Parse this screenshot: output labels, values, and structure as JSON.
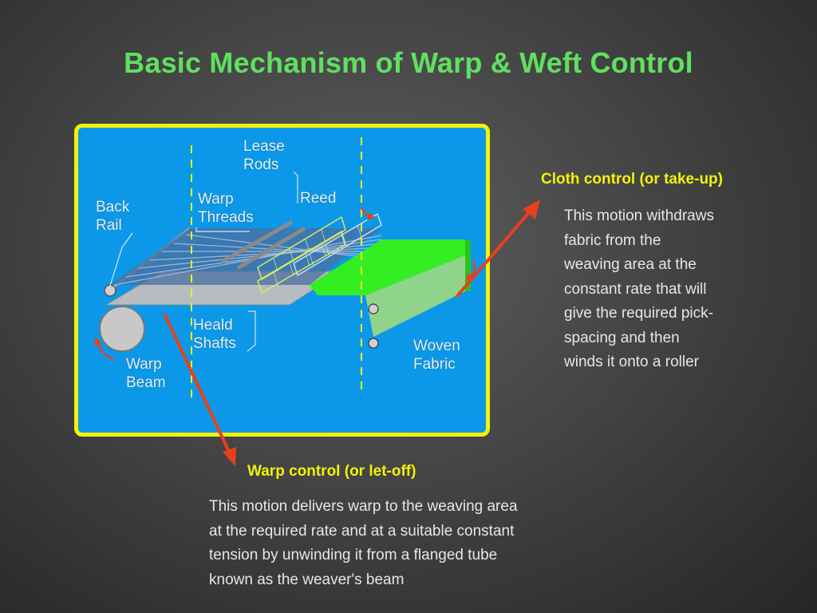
{
  "slide": {
    "title": "Basic Mechanism of Warp & Weft Control"
  },
  "diagram": {
    "labels": {
      "lease_rods": "Lease\nRods",
      "back_rail": "Back\nRail",
      "warp_threads": "Warp\nThreads",
      "reed": "Reed",
      "heald_shafts": "Heald\nShafts",
      "warp_beam": "Warp\nBeam",
      "woven_fabric": "Woven\nFabric"
    }
  },
  "cloth_control": {
    "heading": "Cloth control (or take-up)",
    "description": "This motion withdraws\nfabric from the\nweaving area at the\nconstant rate that will\ngive the required pick-\nspacing and then\nwinds it onto a roller"
  },
  "warp_control": {
    "heading": "Warp control (or let-off)",
    "description": "This motion delivers warp to the weaving area\nat the required rate and at a suitable constant\ntension by unwinding it from a flanged tube\nknown as the weaver's beam"
  },
  "colors": {
    "background": "#3f3f3f",
    "title": "#5fe05f",
    "heading": "#f2f20a",
    "panel": "#0c98e8",
    "panel_border": "#f2f20a",
    "fabric": "#33ee22",
    "arrow": "#e8401c"
  }
}
